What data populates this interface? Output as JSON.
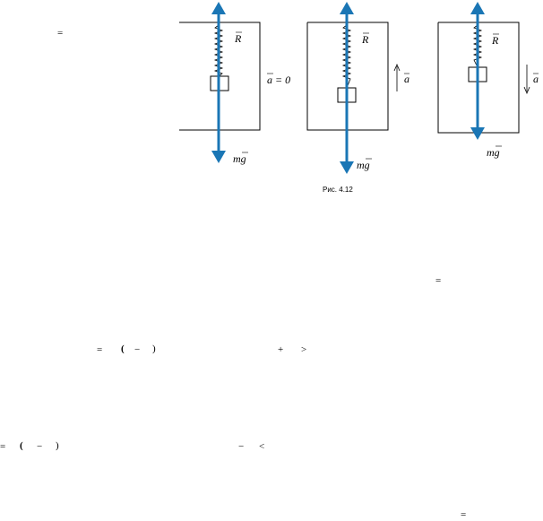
{
  "figure": {
    "caption": "Рис. 4.12",
    "panels": [
      {
        "reaction_label": "R",
        "weight_label": "mg",
        "accel_label": "a = 0"
      },
      {
        "reaction_label": "R",
        "weight_label": "mg",
        "accel_label": "a"
      },
      {
        "reaction_label": "R",
        "weight_label": "mg",
        "accel_label": "a"
      }
    ],
    "colors": {
      "arrow": "#1a76b5",
      "frame": "#000000"
    }
  },
  "fragments": {
    "eq1": "=",
    "eq2": "=",
    "line3": [
      "=",
      "(",
      "−",
      ")",
      "+",
      ">"
    ],
    "line4": [
      "=",
      "(",
      "−",
      ")",
      "−",
      "<"
    ],
    "eq5": "="
  }
}
